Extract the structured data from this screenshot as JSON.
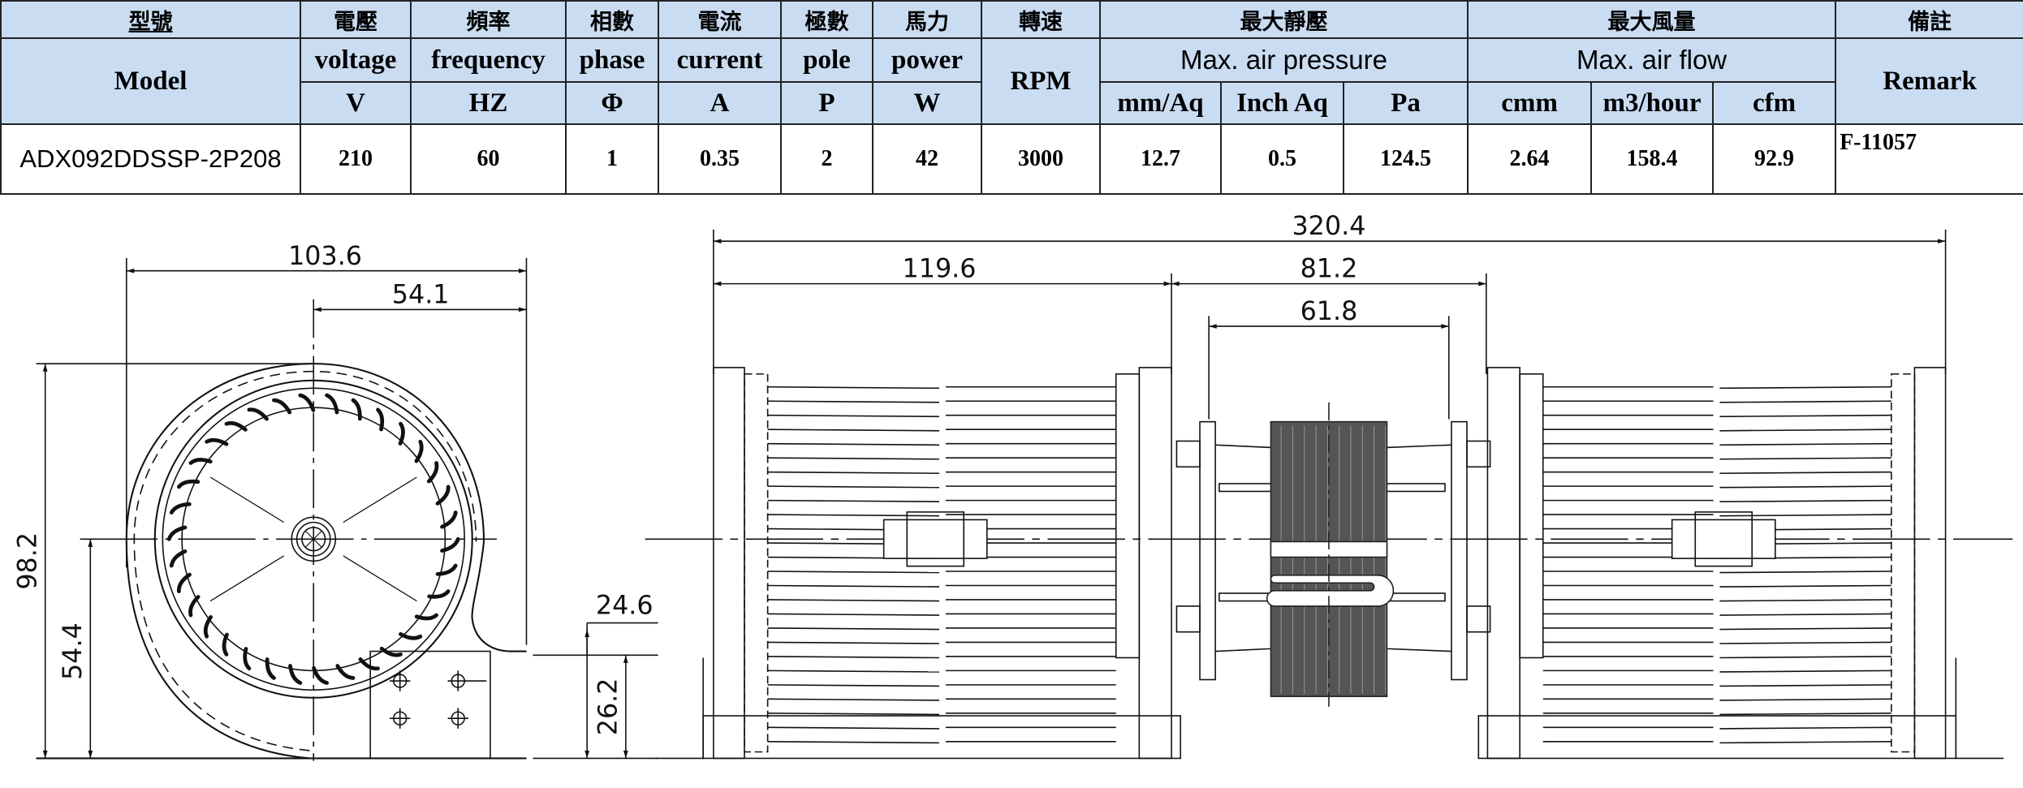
{
  "table": {
    "header_zh": {
      "model": "型號",
      "voltage": "電壓",
      "frequency": "頻率",
      "phase": "相數",
      "current": "電流",
      "pole": "極數",
      "power": "馬力",
      "rpm": "轉速",
      "pressure": "最大靜壓",
      "airflow": "最大風量",
      "remark": "備註"
    },
    "header_en": {
      "model": "Model",
      "voltage": "voltage",
      "frequency": "frequency",
      "phase": "phase",
      "current": "current",
      "pole": "pole",
      "power": "power",
      "rpm": "RPM",
      "pressure": "Max. air pressure",
      "airflow": "Max. air flow",
      "remark": "Remark"
    },
    "units": {
      "voltage": "V",
      "frequency": "HZ",
      "phase": "Φ",
      "current": "A",
      "pole": "P",
      "power": "W",
      "p_mm": "mm/Aq",
      "p_inch": "Inch Aq",
      "p_pa": "Pa",
      "f_cmm": "cmm",
      "f_m3": "m3/hour",
      "f_cfm": "cfm"
    },
    "row": {
      "model": "ADX092DDSSP-2P208",
      "voltage": "210",
      "frequency": "60",
      "phase": "1",
      "current": "0.35",
      "pole": "2",
      "power": "42",
      "rpm": "3000",
      "p_mm": "12.7",
      "p_inch": "0.5",
      "p_pa": "124.5",
      "f_cmm": "2.64",
      "f_m3": "158.4",
      "f_cfm": "92.9",
      "remark": "F-11057"
    }
  },
  "drawing": {
    "side_view": {
      "width": "103.6",
      "center_offset": "54.1",
      "height": "98.2",
      "center_height": "54.4",
      "bracket_width": "24.6",
      "bracket_height": "26.2"
    },
    "front_view": {
      "total_length": "320.4",
      "housing_length": "119.6",
      "motor_span": "81.2",
      "motor_plate_span": "61.8"
    }
  },
  "colors": {
    "header_bg": "#c9dcf2",
    "coil": "#555555",
    "line": "#111111"
  }
}
